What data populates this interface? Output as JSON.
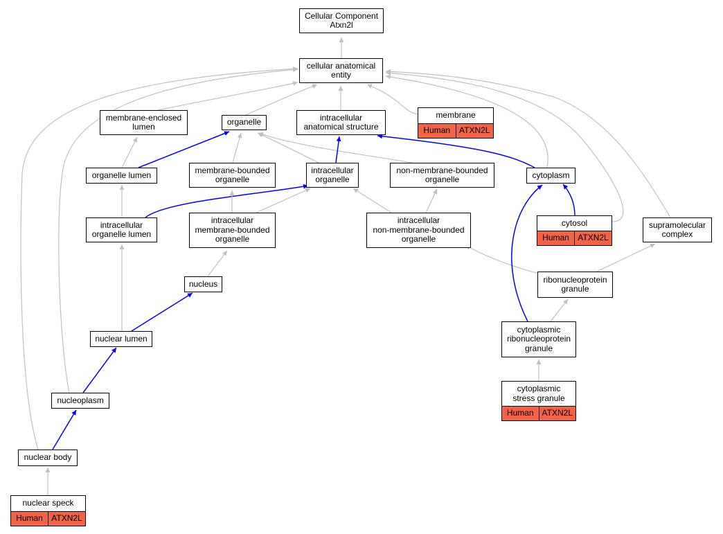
{
  "colors": {
    "is_a_edge": "#c0c0c0",
    "part_of_edge": "#0000ff",
    "annotation_fill": "#f26247"
  },
  "nodes": {
    "root": {
      "lines": [
        "Cellular Component",
        "Atxn2l"
      ]
    },
    "cae": {
      "lines": [
        "cellular anatomical",
        "entity"
      ]
    },
    "mel": {
      "lines": [
        "membrane-enclosed",
        "lumen"
      ]
    },
    "org": {
      "lines": [
        "organelle"
      ]
    },
    "ias": {
      "lines": [
        "intracellular",
        "anatomical structure"
      ]
    },
    "mem": {
      "lines": [
        "membrane"
      ],
      "annotation": {
        "species": "Human",
        "gene": "ATXN2L"
      }
    },
    "orgl": {
      "lines": [
        "organelle lumen"
      ]
    },
    "mbo": {
      "lines": [
        "membrane-bounded",
        "organelle"
      ]
    },
    "io": {
      "lines": [
        "intracellular",
        "organelle"
      ]
    },
    "nmbo": {
      "lines": [
        "non-membrane-bounded",
        "organelle"
      ]
    },
    "cyto": {
      "lines": [
        "cytoplasm"
      ]
    },
    "iol": {
      "lines": [
        "intracellular",
        "organelle lumen"
      ]
    },
    "imbo": {
      "lines": [
        "intracellular",
        "membrane-bounded",
        "organelle"
      ]
    },
    "inmbo": {
      "lines": [
        "intracellular",
        "non-membrane-bounded",
        "organelle"
      ]
    },
    "cytosol": {
      "lines": [
        "cytosol"
      ],
      "annotation": {
        "species": "Human",
        "gene": "ATXN2L"
      }
    },
    "supra": {
      "lines": [
        "supramolecular",
        "complex"
      ]
    },
    "nucleus": {
      "lines": [
        "nucleus"
      ]
    },
    "rnp": {
      "lines": [
        "ribonucleoprotein",
        "granule"
      ]
    },
    "nlumen": {
      "lines": [
        "nuclear lumen"
      ]
    },
    "crnp": {
      "lines": [
        "cytoplasmic",
        "ribonucleoprotein",
        "granule"
      ]
    },
    "nplasm": {
      "lines": [
        "nucleoplasm"
      ]
    },
    "csg": {
      "lines": [
        "cytoplasmic",
        "stress granule"
      ],
      "annotation": {
        "species": "Human",
        "gene": "ATXN2L"
      }
    },
    "nbody": {
      "lines": [
        "nuclear body"
      ]
    },
    "nspeck": {
      "lines": [
        "nuclear speck"
      ],
      "annotation": {
        "species": "Human",
        "gene": "ATXN2L"
      }
    }
  },
  "edges": [
    {
      "from": "cae",
      "to": "root",
      "relation": "is_a"
    },
    {
      "from": "mel",
      "to": "cae",
      "relation": "is_a"
    },
    {
      "from": "org",
      "to": "cae",
      "relation": "is_a"
    },
    {
      "from": "ias",
      "to": "cae",
      "relation": "is_a"
    },
    {
      "from": "mem",
      "to": "cae",
      "relation": "is_a"
    },
    {
      "from": "cyto",
      "to": "cae",
      "relation": "is_a"
    },
    {
      "from": "cytosol",
      "to": "cae",
      "relation": "is_a"
    },
    {
      "from": "supra",
      "to": "cae",
      "relation": "is_a"
    },
    {
      "from": "nplasm",
      "to": "cae",
      "relation": "is_a"
    },
    {
      "from": "nbody",
      "to": "cae",
      "relation": "is_a"
    },
    {
      "from": "orgl",
      "to": "mel",
      "relation": "is_a"
    },
    {
      "from": "orgl",
      "to": "org",
      "relation": "part_of"
    },
    {
      "from": "mbo",
      "to": "org",
      "relation": "is_a"
    },
    {
      "from": "io",
      "to": "org",
      "relation": "is_a"
    },
    {
      "from": "nmbo",
      "to": "org",
      "relation": "is_a"
    },
    {
      "from": "io",
      "to": "ias",
      "relation": "part_of"
    },
    {
      "from": "cyto",
      "to": "ias",
      "relation": "part_of"
    },
    {
      "from": "iol",
      "to": "orgl",
      "relation": "is_a"
    },
    {
      "from": "iol",
      "to": "io",
      "relation": "part_of"
    },
    {
      "from": "imbo",
      "to": "mbo",
      "relation": "is_a"
    },
    {
      "from": "imbo",
      "to": "io",
      "relation": "is_a"
    },
    {
      "from": "inmbo",
      "to": "io",
      "relation": "is_a"
    },
    {
      "from": "inmbo",
      "to": "nmbo",
      "relation": "is_a"
    },
    {
      "from": "cytosol",
      "to": "cyto",
      "relation": "part_of"
    },
    {
      "from": "nucleus",
      "to": "imbo",
      "relation": "is_a"
    },
    {
      "from": "nlumen",
      "to": "iol",
      "relation": "is_a"
    },
    {
      "from": "nlumen",
      "to": "nucleus",
      "relation": "part_of"
    },
    {
      "from": "rnp",
      "to": "inmbo",
      "relation": "is_a"
    },
    {
      "from": "rnp",
      "to": "supra",
      "relation": "is_a"
    },
    {
      "from": "crnp",
      "to": "rnp",
      "relation": "is_a"
    },
    {
      "from": "crnp",
      "to": "cyto",
      "relation": "part_of"
    },
    {
      "from": "csg",
      "to": "crnp",
      "relation": "is_a"
    },
    {
      "from": "nplasm",
      "to": "nlumen",
      "relation": "part_of"
    },
    {
      "from": "nbody",
      "to": "nplasm",
      "relation": "part_of"
    },
    {
      "from": "nspeck",
      "to": "nbody",
      "relation": "is_a"
    }
  ]
}
